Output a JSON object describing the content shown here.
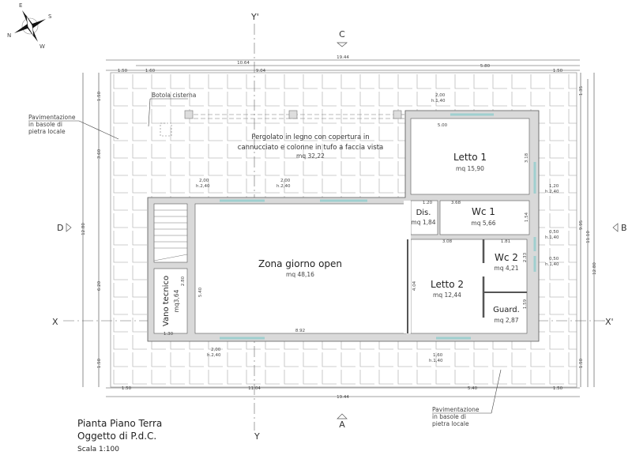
{
  "title_block": {
    "line1": "Pianta Piano Terra",
    "line2": "Oggetto di P.d.C.",
    "scale": "Scala 1:100"
  },
  "compass": {
    "labels": [
      "E",
      "S",
      "W",
      "N"
    ]
  },
  "sections": {
    "top": "C",
    "bottom": "A",
    "left": "D",
    "right": "B",
    "x_left": "X",
    "x_right": "X'",
    "y_top": "Y'",
    "y_bottom": "Y"
  },
  "notes": {
    "paving_left": [
      "Pavimentazione",
      "in basole di",
      "pietra locale"
    ],
    "paving_right": [
      "Pavimentazione",
      "in basole di",
      "pietra locale"
    ],
    "cistern": "Botola cisterna",
    "pergola": [
      "Pergolato in legno con copertura in",
      "cannucciato e colonne in tufo a faccia vista",
      "mq 32,22"
    ]
  },
  "rooms": [
    {
      "name": "Zona giorno open",
      "area": "mq 48,16"
    },
    {
      "name": "Letto 1",
      "area": "mq 15,90"
    },
    {
      "name": "Dis.",
      "area": "mq 1,84"
    },
    {
      "name": "Wc 1",
      "area": "mq 5,66"
    },
    {
      "name": "Wc 2",
      "area": "mq 4,21"
    },
    {
      "name": "Letto 2",
      "area": "mq 12,44"
    },
    {
      "name": "Guard.",
      "area": "mq 2,87"
    },
    {
      "name": "Vano tecnico",
      "area": "mq3,64"
    }
  ],
  "dimensions": {
    "top_total": "19.44",
    "top_a": "10.64",
    "top_b": "5.80",
    "top_c": "1.50",
    "top_d": "1.50",
    "top_e": "1.60",
    "top_f": "9.04",
    "bottom_a": "1.50",
    "bottom_b": "11.04",
    "bottom_c": "5.40",
    "bottom_d": "1.50",
    "bottom_total": "19.44",
    "left_a": "1.50",
    "left_b": "3.60",
    "left_c": "6.20",
    "left_d": "1.50",
    "left_total": "12.80",
    "right_a": "1.35",
    "right_b": "9.95",
    "right_c": "11.10",
    "right_d": "12.80",
    "right_e": "1.50",
    "letto1_w": "5.00",
    "letto1_h": "3.18",
    "dis_w": "1.20",
    "wc1_w": "3.68",
    "wc1_h": "1.54",
    "letto2_w": "3.08",
    "wc2_w": "1.81",
    "wc2_h": "2.33",
    "letto2_h": "4.04",
    "guard_h": "1.59",
    "zona_w": "8.92",
    "zona_h": "5.40",
    "vano_w": "1.30",
    "vano_h": "2.80"
  },
  "windows": [
    {
      "w": "2,00",
      "h": "h.1,40"
    },
    {
      "w": "2,00",
      "h": "h.2,40"
    },
    {
      "w": "2,00",
      "h": "h.2,40"
    },
    {
      "w": "1,20",
      "h": "h.2,40"
    },
    {
      "w": "0,50",
      "h": "h.1,40"
    },
    {
      "w": "0,50",
      "h": "h.1,40"
    },
    {
      "w": "2,00",
      "h": "h.2,40"
    },
    {
      "w": "1,60",
      "h": "h.1,40"
    }
  ],
  "colors": {
    "wall": "#d9d9d9",
    "wall_stroke": "#555555",
    "glass": "#9fcfcf",
    "tile": "#bbbbbb"
  }
}
